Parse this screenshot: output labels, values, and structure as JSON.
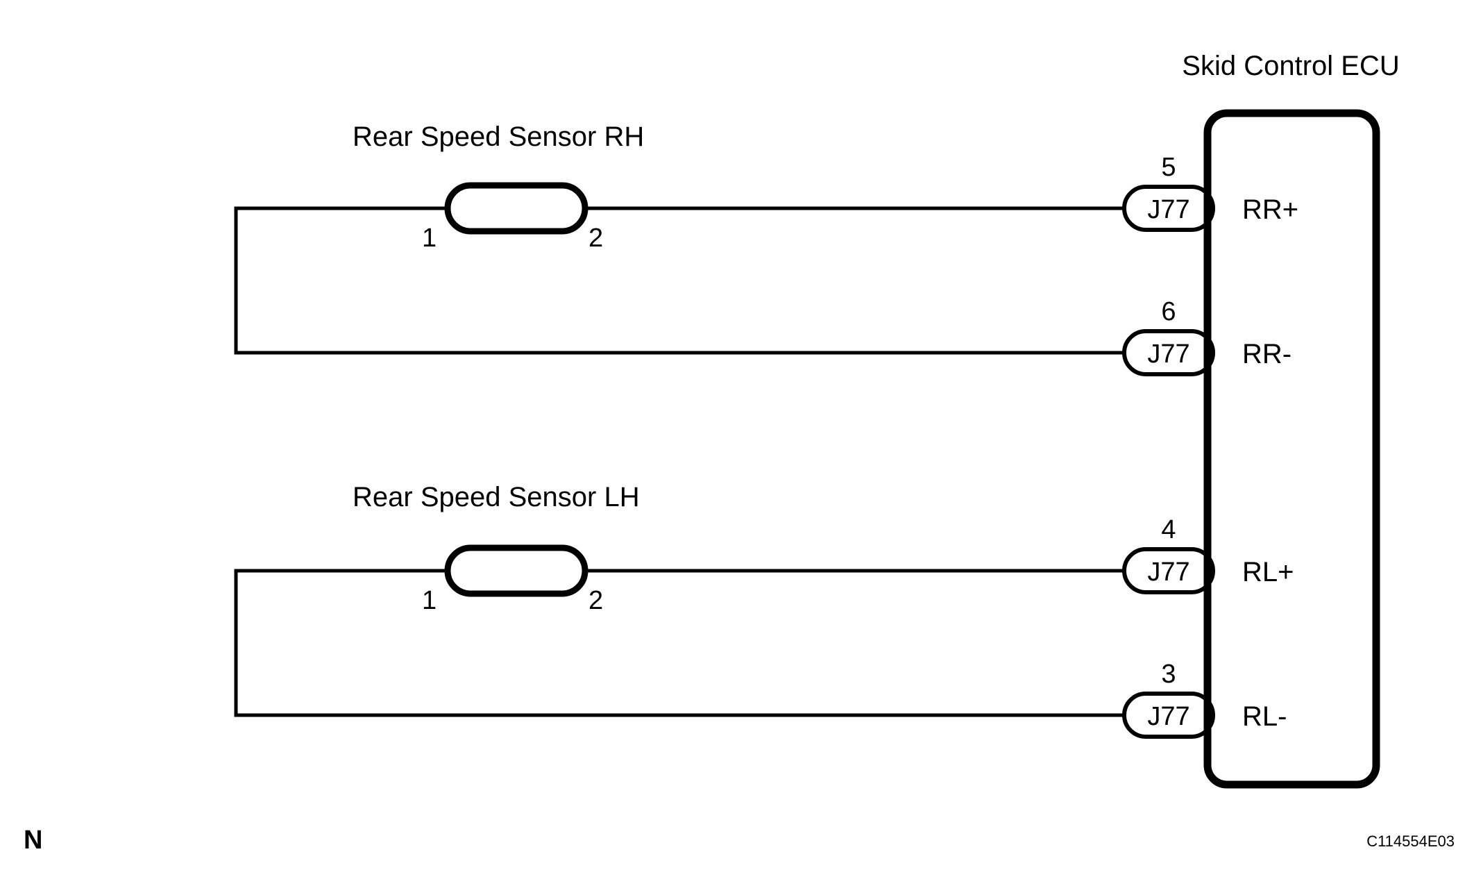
{
  "diagram": {
    "title": "Skid Control ECU",
    "reference_code": "C114554E03",
    "corner_marker": "N",
    "ecu": {
      "name": "Skid Control ECU",
      "pins": [
        {
          "pin_number": "5",
          "connector": "J77",
          "signal": "RR+"
        },
        {
          "pin_number": "6",
          "connector": "J77",
          "signal": "RR-"
        },
        {
          "pin_number": "4",
          "connector": "J77",
          "signal": "RL+"
        },
        {
          "pin_number": "3",
          "connector": "J77",
          "signal": "RL-"
        }
      ]
    },
    "sensors": [
      {
        "label": "Rear Speed Sensor RH",
        "terminal_left": "1",
        "terminal_right": "2",
        "connects_to": [
          "RR+",
          "RR-"
        ]
      },
      {
        "label": "Rear Speed Sensor LH",
        "terminal_left": "1",
        "terminal_right": "2",
        "connects_to": [
          "RL+",
          "RL-"
        ]
      }
    ]
  }
}
